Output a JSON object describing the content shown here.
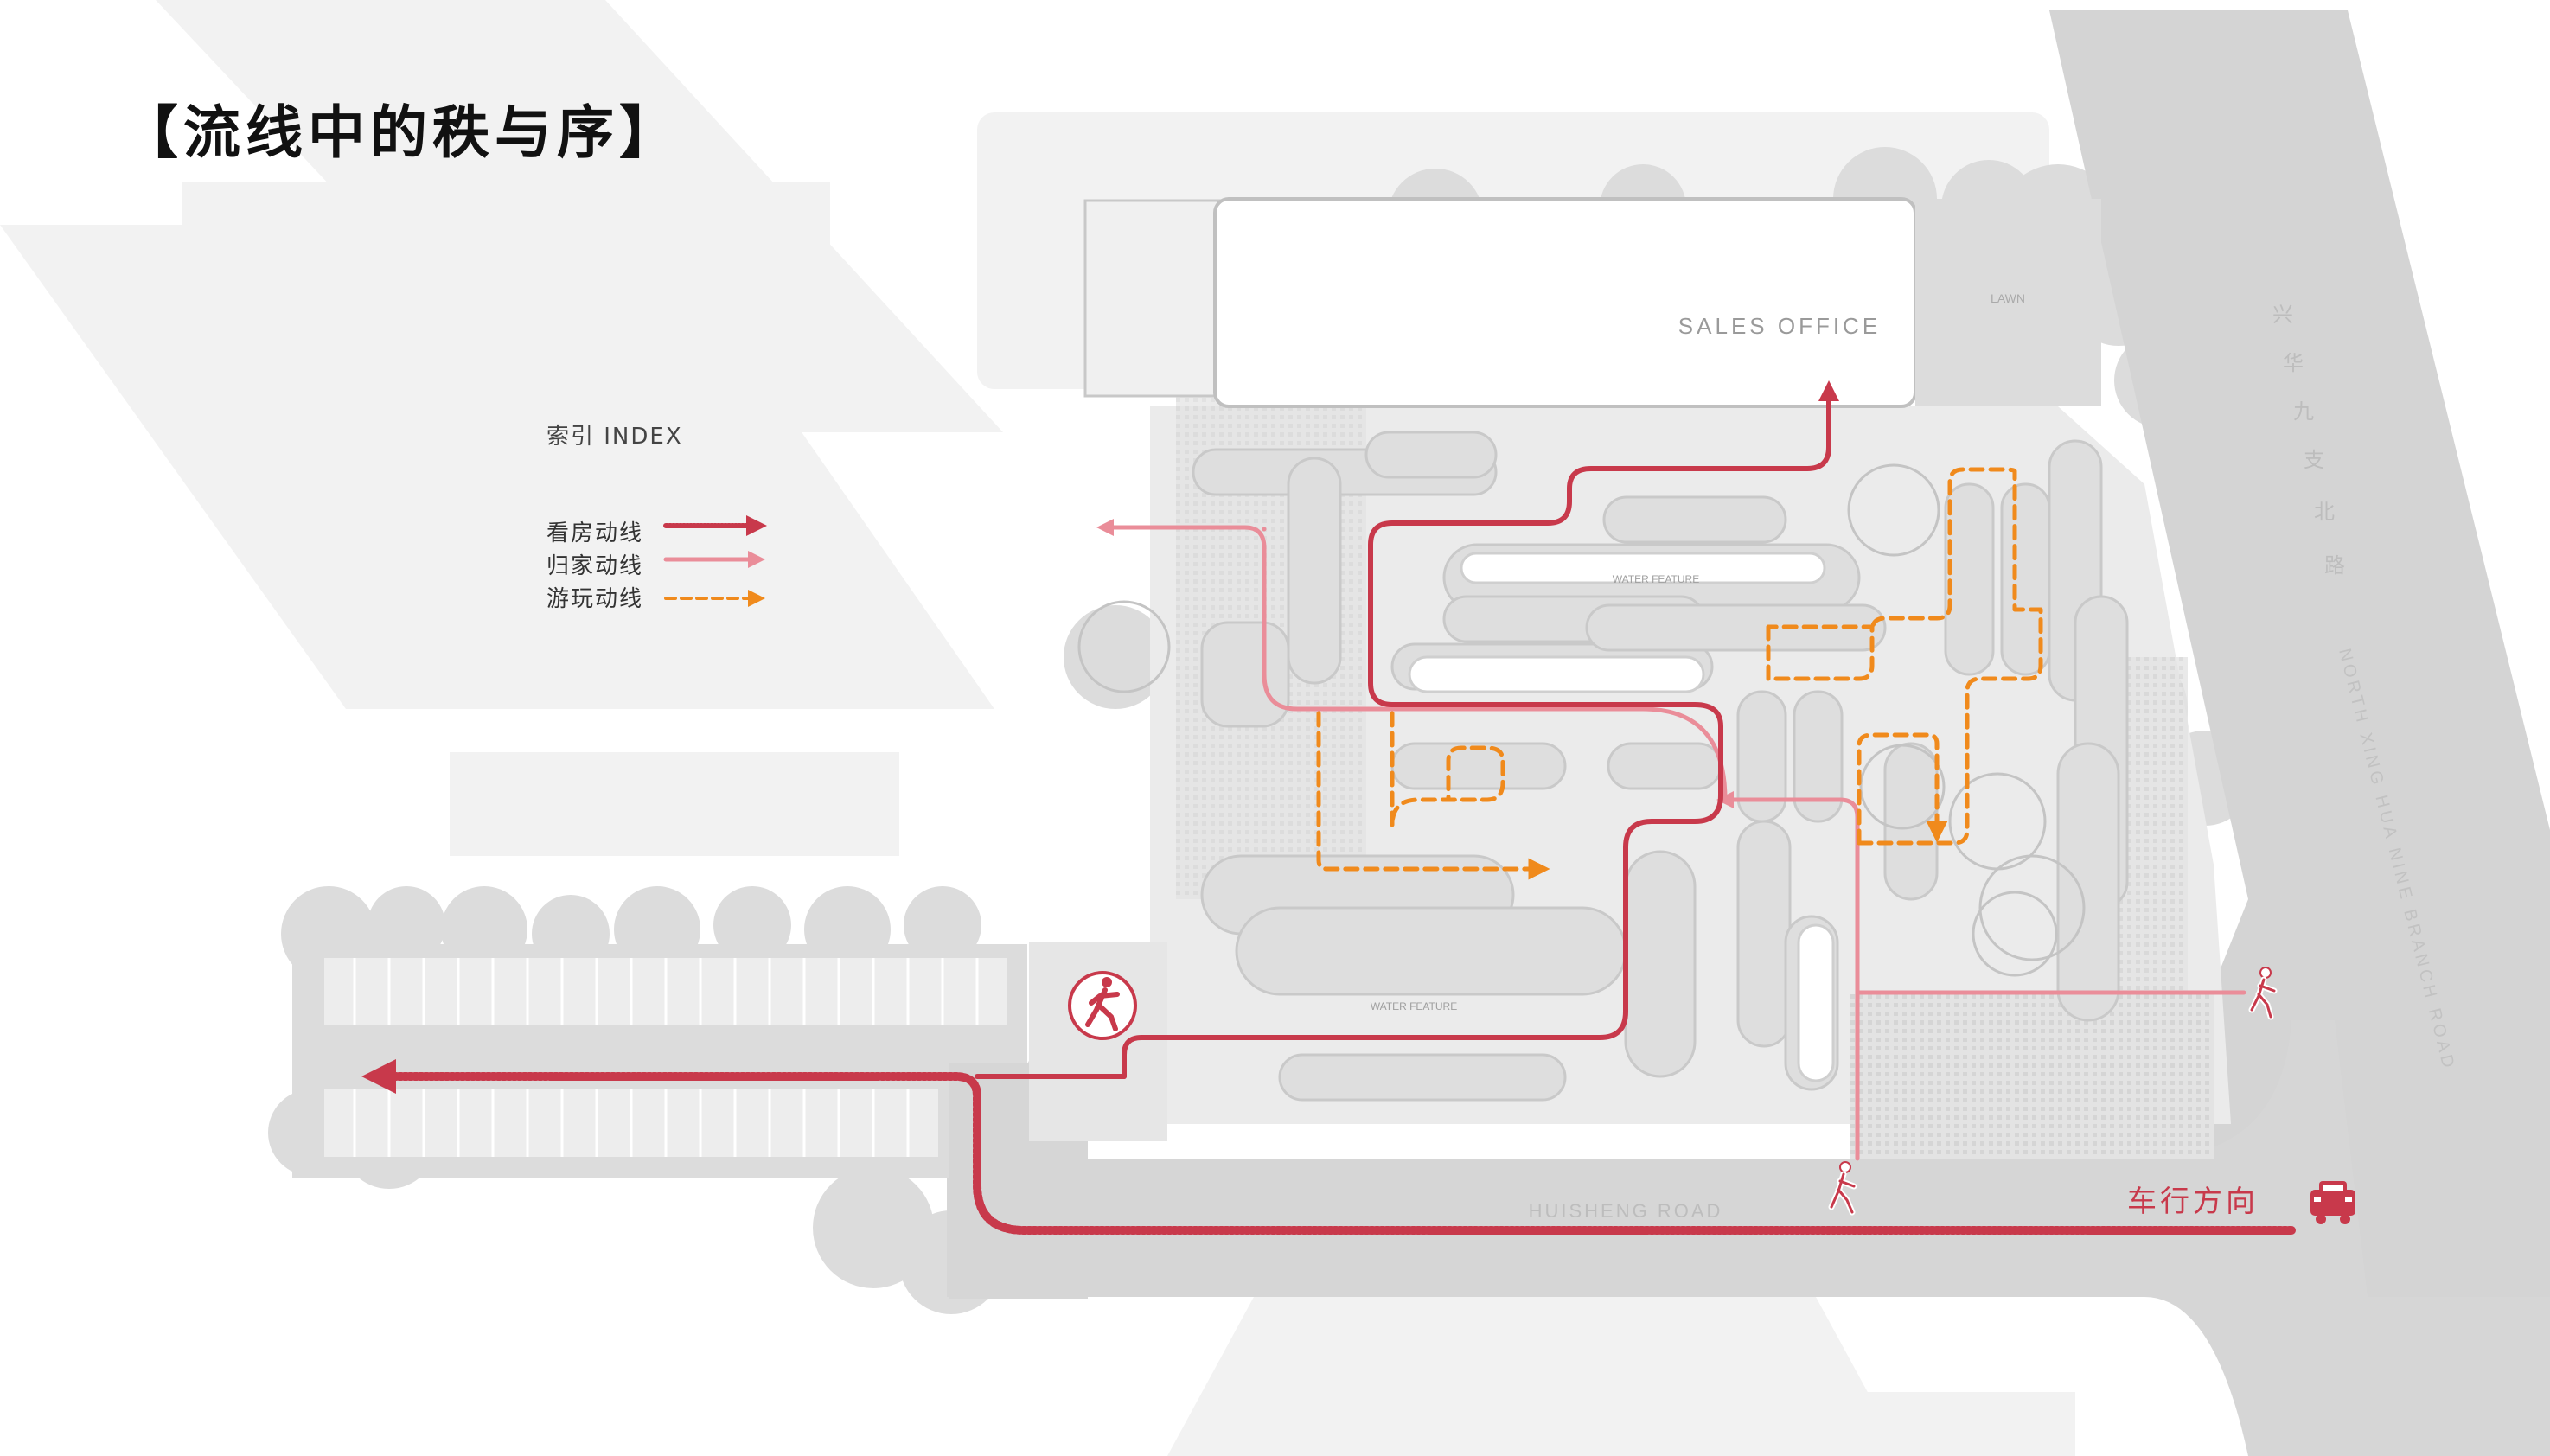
{
  "title": "【流线中的秩与序】",
  "legend": {
    "heading": "索引 INDEX",
    "items": [
      {
        "label": "看房动线",
        "color": "#c8394b"
      },
      {
        "label": "归家动线",
        "color": "#ea8d99"
      },
      {
        "label": "游玩动线",
        "color": "#f08a1c"
      }
    ]
  },
  "map": {
    "building_label": "SALES OFFICE",
    "lawn_label": "LAWN",
    "water_label_1": "WATER FEATURE",
    "water_label_2": "WATER FEATURE",
    "road_south_label": "HUISHENG ROAD",
    "road_east_cn": [
      "兴",
      "华",
      "九",
      "支",
      "北",
      "路"
    ],
    "road_east_en": "NORTH XING HUA NINE BRANCH ROAD",
    "car_direction_label": "车行方向"
  },
  "colors": {
    "viewing_route": "#c8394b",
    "home_route": "#ea8d99",
    "play_route": "#f08a1c",
    "road": "#d6d6d6",
    "ground": "#ececec"
  }
}
